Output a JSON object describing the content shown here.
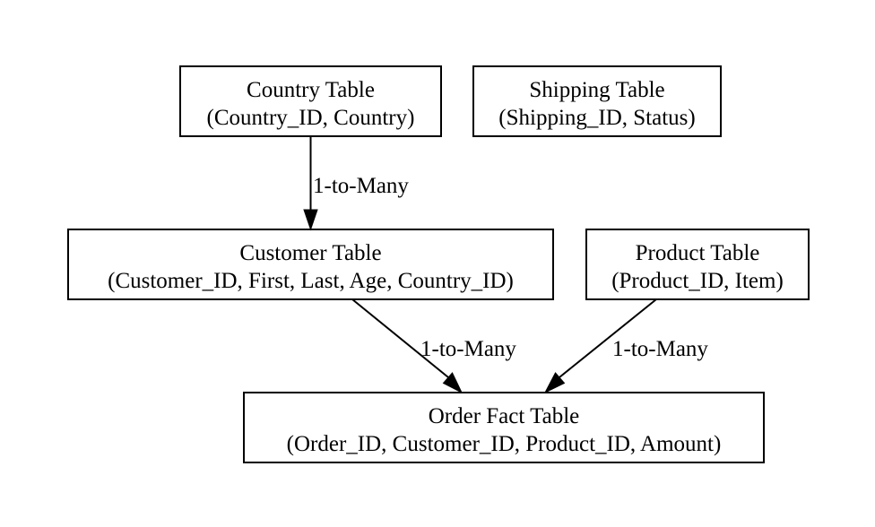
{
  "diagram": {
    "nodes": {
      "country": {
        "title": "Country Table",
        "fields": "(Country_ID, Country)"
      },
      "shipping": {
        "title": "Shipping Table",
        "fields": "(Shipping_ID, Status)"
      },
      "customer": {
        "title": "Customer Table",
        "fields": "(Customer_ID, First, Last, Age, Country_ID)"
      },
      "product": {
        "title": "Product Table",
        "fields": "(Product_ID, Item)"
      },
      "order": {
        "title": "Order Fact Table",
        "fields": "(Order_ID, Customer_ID, Product_ID, Amount)"
      }
    },
    "edges": {
      "country_customer": {
        "from": "Country Table",
        "to": "Customer Table",
        "label": "1-to-Many"
      },
      "customer_order": {
        "from": "Customer Table",
        "to": "Order Fact Table",
        "label": "1-to-Many"
      },
      "product_order": {
        "from": "Product Table",
        "to": "Order Fact Table",
        "label": "1-to-Many"
      }
    }
  }
}
